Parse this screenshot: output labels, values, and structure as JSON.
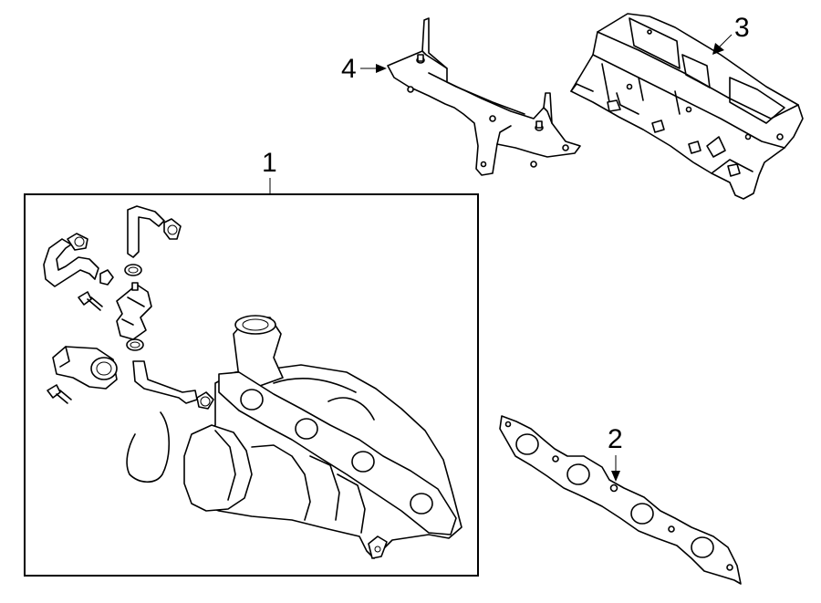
{
  "callouts": {
    "c1": "1",
    "c2": "2",
    "c3": "3",
    "c4": "4"
  },
  "colors": {
    "line": "#000000",
    "background": "#ffffff"
  },
  "parts": [
    {
      "id": "1",
      "icon": "turbocharger-assembly-icon"
    },
    {
      "id": "2",
      "icon": "manifold-gasket-icon"
    },
    {
      "id": "3",
      "icon": "heat-shield-icon"
    },
    {
      "id": "4",
      "icon": "support-bracket-icon"
    }
  ]
}
